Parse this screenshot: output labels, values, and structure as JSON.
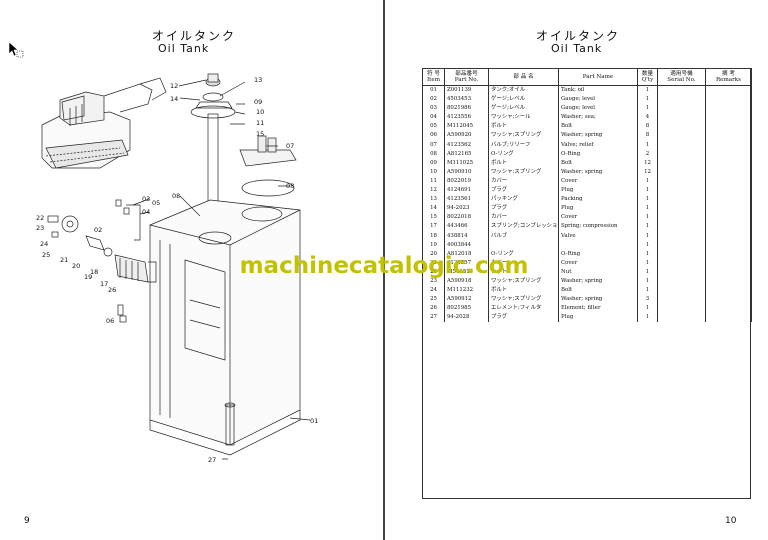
{
  "left_page": {
    "title_jp": "オイルタンク",
    "title_en": "Oil Tank",
    "page_number": "9",
    "callouts": [
      "12",
      "13",
      "14",
      "09",
      "10",
      "11",
      "15",
      "07",
      "08",
      "08",
      "03",
      "04",
      "05",
      "22",
      "23",
      "24",
      "25",
      "02",
      "21",
      "20",
      "18",
      "19",
      "17",
      "26",
      "06",
      "01",
      "27"
    ]
  },
  "right_page": {
    "title_jp": "オイルタンク",
    "title_en": "Oil Tank",
    "page_number": "10",
    "table": {
      "headers": {
        "item": "符 号\nItem",
        "part_no": "部品番号\nPart No.",
        "name_jp": "部  品  名",
        "part_name": "Part Name",
        "qty": "数量\nQ'ty",
        "serial": "適用号機\nSerial No.",
        "remarks": "摘  考\nRemarks"
      },
      "rows": [
        {
          "item": "01",
          "part_no": "Z001139",
          "name_jp": "タンク;オイル",
          "part_name": "Tank; oil",
          "qty": "1"
        },
        {
          "item": "02",
          "part_no": "4503453",
          "name_jp": "ゲージ;レベル",
          "part_name": "Gauge; level",
          "qty": "1"
        },
        {
          "item": "03",
          "part_no": "8021986",
          "name_jp": "ゲージ;レベル",
          "part_name": "Gauge; level",
          "qty": "1"
        },
        {
          "item": "04",
          "part_no": "4123556",
          "name_jp": "ワッシャ;シール",
          "part_name": "Washer; sea;",
          "qty": "4"
        },
        {
          "item": "05",
          "part_no": "M112045",
          "name_jp": "ボルト",
          "part_name": "Bolt",
          "qty": "8"
        },
        {
          "item": "06",
          "part_no": "A590920",
          "name_jp": "ワッシャ;スプリング",
          "part_name": "Washer; spring",
          "qty": "8"
        },
        {
          "item": "07",
          "part_no": "4123562",
          "name_jp": "バルブ;リリーフ",
          "part_name": "Valve; relief",
          "qty": "1"
        },
        {
          "item": "08",
          "part_no": "A812165",
          "name_jp": "O-リング",
          "part_name": "O-Ring",
          "qty": "2"
        },
        {
          "item": "09",
          "part_no": "M111025",
          "name_jp": "ボルト",
          "part_name": "Bolt",
          "qty": "12"
        },
        {
          "item": "10",
          "part_no": "A590910",
          "name_jp": "ワッシャ;スプリング",
          "part_name": "Washer; spring",
          "qty": "12"
        },
        {
          "item": "11",
          "part_no": "8022019",
          "name_jp": "カバー",
          "part_name": "Cover",
          "qty": "1"
        },
        {
          "item": "12",
          "part_no": "4124691",
          "name_jp": "プラグ",
          "part_name": "Plug",
          "qty": "1"
        },
        {
          "item": "13",
          "part_no": "4123561",
          "name_jp": "パッキング",
          "part_name": "Packing",
          "qty": "1"
        },
        {
          "item": "14",
          "part_no": "94-2023",
          "name_jp": "プラグ",
          "part_name": "Plug",
          "qty": "1"
        },
        {
          "item": "15",
          "part_no": "8022018",
          "name_jp": "カバー",
          "part_name": "Cover",
          "qty": "1"
        },
        {
          "item": "17",
          "part_no": "443466",
          "name_jp": "スプリング;コンプレッション",
          "part_name": "Spring; compression",
          "qty": "1"
        },
        {
          "item": "18",
          "part_no": "438814",
          "name_jp": "バルブ",
          "part_name": "Valve",
          "qty": "1"
        },
        {
          "item": "19",
          "part_no": "4003844",
          "name_jp": "",
          "part_name": "",
          "qty": "1"
        },
        {
          "item": "20",
          "part_no": "A812018",
          "name_jp": "O-リング",
          "part_name": "O-Ring",
          "qty": "1"
        },
        {
          "item": "21",
          "part_no": "4123557",
          "name_jp": "カバー",
          "part_name": "Cover",
          "qty": "1"
        },
        {
          "item": "22",
          "part_no": "M511815",
          "name_jp": "ナット",
          "part_name": "Nut",
          "qty": "1"
        },
        {
          "item": "23",
          "part_no": "A590918",
          "name_jp": "ワッシャ;スプリング",
          "part_name": "Washer; spring",
          "qty": "1"
        },
        {
          "item": "24",
          "part_no": "M111232",
          "name_jp": "ボルト",
          "part_name": "Bolt",
          "qty": "1"
        },
        {
          "item": "25",
          "part_no": "A590912",
          "name_jp": "ワッシャ;スプリング",
          "part_name": "Washer; spring",
          "qty": "3"
        },
        {
          "item": "26",
          "part_no": "8021985",
          "name_jp": "エレメント;フィルタ",
          "part_name": "Element; filter",
          "qty": "1"
        },
        {
          "item": "27",
          "part_no": "94-2028",
          "name_jp": "プラグ",
          "part_name": "Plug",
          "qty": "1"
        }
      ]
    }
  },
  "watermark": "machinecatalogic.com",
  "colors": {
    "watermark": "#c2c200",
    "ink": "#111111",
    "paper": "#ffffff"
  }
}
